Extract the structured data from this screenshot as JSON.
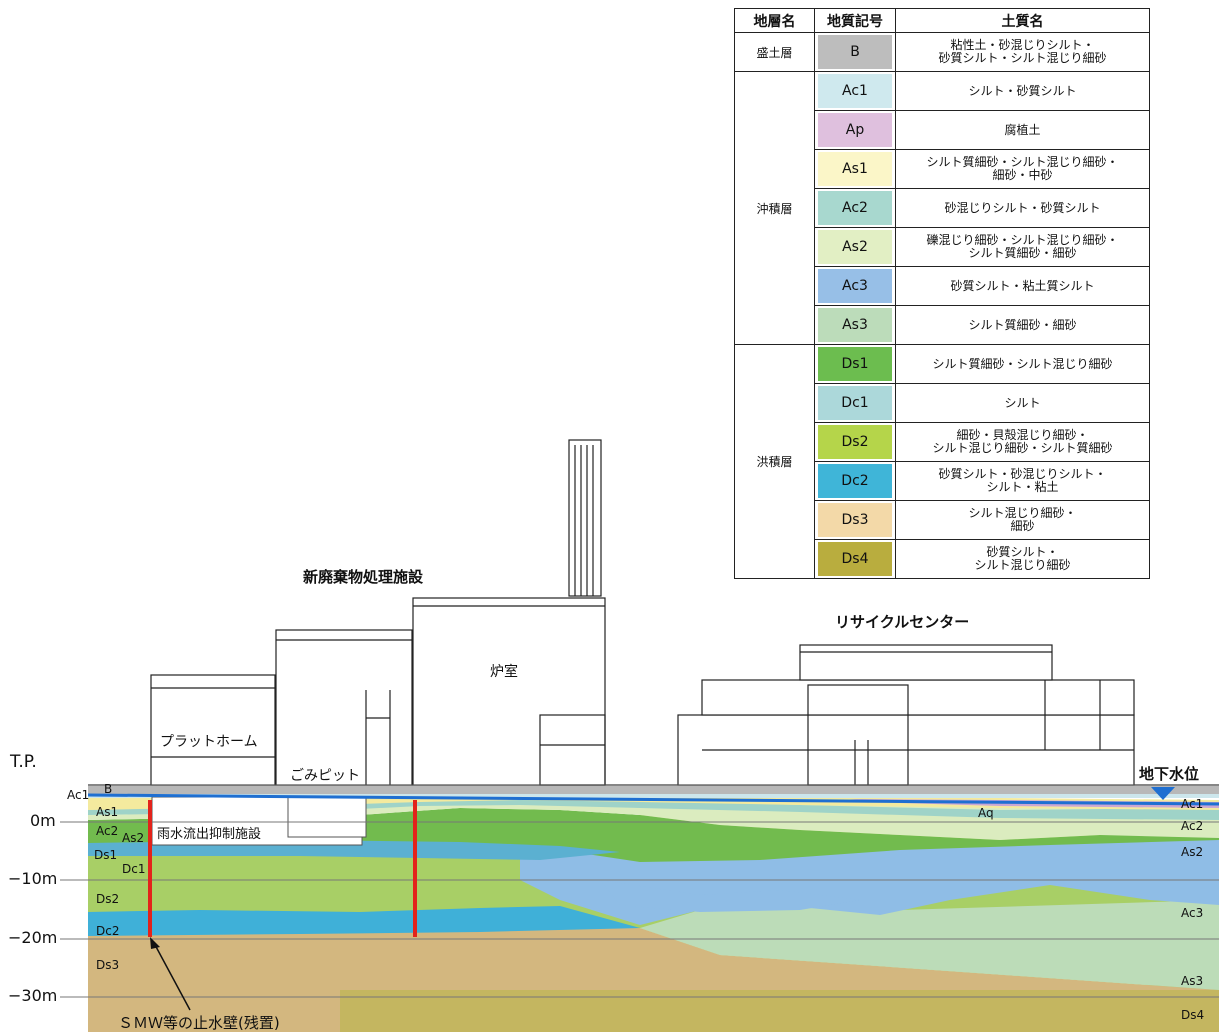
{
  "table": {
    "headers": [
      "地層名",
      "地質記号",
      "土質名"
    ],
    "groups": [
      {
        "name": "盛土層",
        "rows": [
          {
            "code": "B",
            "color": "#bdbdbd",
            "desc": [
              "粘性土・砂混じりシルト・",
              "砂質シルト・シルト混じり細砂"
            ]
          }
        ]
      },
      {
        "name": "沖積層",
        "rows": [
          {
            "code": "Ac1",
            "color": "#cfe9ee",
            "desc": [
              "シルト・砂質シルト"
            ]
          },
          {
            "code": "Ap",
            "color": "#dfc0de",
            "desc": [
              "腐植土"
            ]
          },
          {
            "code": "As1",
            "color": "#fbf6c8",
            "desc": [
              "シルト質細砂・シルト混じり細砂・",
              "細砂・中砂"
            ]
          },
          {
            "code": "Ac2",
            "color": "#a8d8cf",
            "desc": [
              "砂混じりシルト・砂質シルト"
            ]
          },
          {
            "code": "As2",
            "color": "#e2efc4",
            "desc": [
              "礫混じり細砂・シルト混じり細砂・",
              "シルト質細砂・細砂"
            ]
          },
          {
            "code": "Ac3",
            "color": "#97bfe7",
            "desc": [
              "砂質シルト・粘土質シルト"
            ]
          },
          {
            "code": "As3",
            "color": "#bcdcba",
            "desc": [
              "シルト質細砂・細砂"
            ]
          }
        ]
      },
      {
        "name": "洪積層",
        "rows": [
          {
            "code": "Ds1",
            "color": "#6cbd4f",
            "desc": [
              "シルト質細砂・シルト混じり細砂"
            ]
          },
          {
            "code": "Dc1",
            "color": "#acd8da",
            "desc": [
              "シルト"
            ]
          },
          {
            "code": "Ds2",
            "color": "#b5d54a",
            "desc": [
              "細砂・貝殻混じり細砂・",
              "シルト混じり細砂・シルト質細砂"
            ]
          },
          {
            "code": "Dc2",
            "color": "#3fb5d8",
            "desc": [
              "砂質シルト・砂混じりシルト・",
              "シルト・粘土"
            ]
          },
          {
            "code": "Ds3",
            "color": "#f3d9a8",
            "desc": [
              "シルト混じり細砂・",
              "細砂"
            ]
          },
          {
            "code": "Ds4",
            "color": "#b9ad3e",
            "desc": [
              "砂質シルト・",
              "シルト混じり細砂"
            ]
          }
        ]
      }
    ]
  },
  "section": {
    "facility_main": "新廃棄物処理施設",
    "facility_recycle": "リサイクルセンター",
    "room_furnace": "炉室",
    "room_platform": "プラットホーム",
    "room_pit": "ごみピット",
    "rain_facility": "雨水流出抑制施設",
    "tp_label": "T.P.",
    "groundwater_label": "地下水位",
    "wall_label": "ＳＭＷ等の止水壁(残置)",
    "depths": [
      "0m",
      "−10m",
      "−20m",
      "−30m"
    ],
    "left_layers": [
      "Ac1",
      "B",
      "As1",
      "Ac2",
      "As2",
      "Ds1",
      "Dc1",
      "Ds2",
      "Dc2",
      "Ds3"
    ],
    "right_layers": [
      "Ac1",
      "Ac2",
      "As2",
      "Ac3",
      "As3",
      "Ds4"
    ],
    "center_layers": [
      "Aq"
    ]
  }
}
